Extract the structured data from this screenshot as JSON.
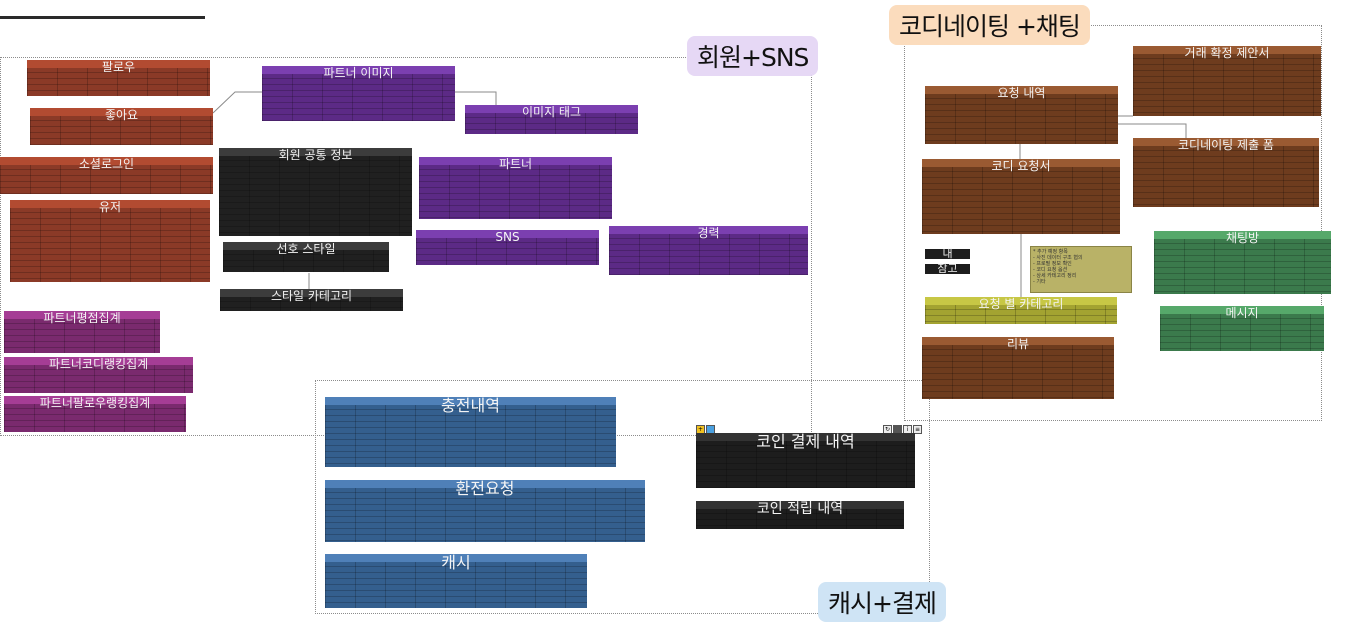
{
  "groups": {
    "member": {
      "label": "회원+SNS",
      "color": "#e6d8f5"
    },
    "coordi": {
      "label": "코디네이팅 +채팅",
      "color": "#fbdcbd"
    },
    "cash": {
      "label": "캐시+결제",
      "color": "#cfe4f5"
    }
  },
  "tables": {
    "follow": {
      "title": "팔로우",
      "color": "#8b3a27",
      "header": "#b24b31"
    },
    "like": {
      "title": "좋아요",
      "color": "#8b3a27",
      "header": "#b24b31"
    },
    "social_login": {
      "title": "소셜로그인",
      "color": "#8b3a27",
      "header": "#b24b31"
    },
    "user": {
      "title": "유저",
      "color": "#8b3a27",
      "header": "#b24b31"
    },
    "partner_image": {
      "title": "파트너 이미지",
      "color": "#5c2a86",
      "header": "#7b3fb0"
    },
    "image_tag": {
      "title": "이미지 태그",
      "color": "#5c2a86",
      "header": "#7b3fb0"
    },
    "member_common": {
      "title": "회원 공통 정보",
      "color": "#202020",
      "header": "#3c3c3c"
    },
    "partner": {
      "title": "파트너",
      "color": "#5c2a86",
      "header": "#7b3fb0"
    },
    "preferred_style": {
      "title": "선호 스타일",
      "color": "#202020",
      "header": "#3c3c3c"
    },
    "sns": {
      "title": "SNS",
      "color": "#5c2a86",
      "header": "#7b3fb0"
    },
    "career": {
      "title": "경력",
      "color": "#5c2a86",
      "header": "#7b3fb0"
    },
    "style_category": {
      "title": "스타일 카테고리",
      "color": "#202020",
      "header": "#3c3c3c"
    },
    "partner_rating_agg": {
      "title": "파트너평점집계",
      "color": "#7a2a6e",
      "header": "#a53d95"
    },
    "partner_coordi_rank": {
      "title": "파트너코디랭킹집계",
      "color": "#7a2a6e",
      "header": "#a53d95"
    },
    "partner_follow_rank": {
      "title": "파트너팔로우랭킹집계",
      "color": "#7a2a6e",
      "header": "#a53d95"
    },
    "trade_proposal": {
      "title": "거래 확정 제안서",
      "color": "#6e3c1e",
      "header": "#9a5a32"
    },
    "request_history": {
      "title": "요청 내역",
      "color": "#6e3c1e",
      "header": "#9a5a32"
    },
    "coordi_request": {
      "title": "코디 요청서",
      "color": "#6e3c1e",
      "header": "#9a5a32"
    },
    "coordi_submission": {
      "title": "코디네이팅 제출 폼",
      "color": "#6e3c1e",
      "header": "#9a5a32"
    },
    "chat_room": {
      "title": "채팅방",
      "color": "#3b7a4c",
      "header": "#56a86a"
    },
    "message": {
      "title": "메시지",
      "color": "#3b7a4c",
      "header": "#56a86a"
    },
    "request_category": {
      "title": "요청 별 카테고리",
      "color": "#a3a331",
      "header": "#c7c745"
    },
    "review": {
      "title": "리뷰",
      "color": "#6e3c1e",
      "header": "#9a5a32"
    },
    "charge_history": {
      "title": "충전내역",
      "color": "#345f8e",
      "header": "#4f80b8"
    },
    "exchange_request": {
      "title": "환전요청",
      "color": "#345f8e",
      "header": "#4f80b8"
    },
    "cash": {
      "title": "캐시",
      "color": "#345f8e",
      "header": "#4f80b8"
    },
    "coin_payment": {
      "title": "코인 결제 내역",
      "color": "#1d1d1d",
      "header": "#333333"
    },
    "coin_reward": {
      "title": "코인 적립 내역",
      "color": "#1d1d1d",
      "header": "#333333"
    }
  },
  "ref_block": {
    "line1": "내",
    "line2": "참고"
  },
  "note_lines": [
    "* 추가 예정 항목",
    "- 사진 데이터 구조 협의",
    "- 프로필 정보 확인",
    "- 코디 요청 옵션",
    "- 상세 카테고리 정리",
    "- 기타"
  ]
}
